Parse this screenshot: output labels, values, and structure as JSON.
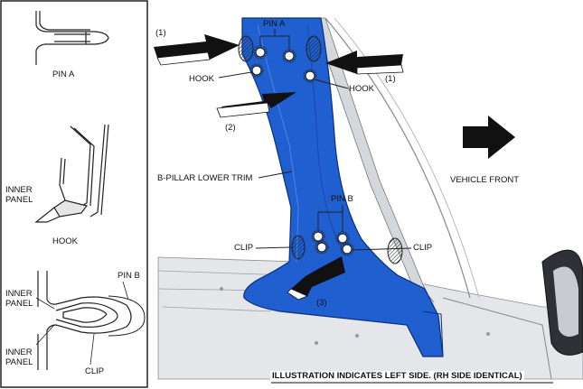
{
  "inset_labels": {
    "pin_a": "PIN A",
    "inner_panel_1_line1": "INNER",
    "inner_panel_1_line2": "PANEL",
    "hook": "HOOK",
    "pin_b": "PIN B",
    "inner_panel_2_line1": "INNER",
    "inner_panel_2_line2": "PANEL",
    "inner_panel_3_line1": "INNER",
    "inner_panel_3_line2": "PANEL",
    "clip": "CLIP"
  },
  "main_labels": {
    "pin_a": "PIN A",
    "hook_left": "HOOK",
    "hook_right": "HOOK",
    "step1_left": "(1)",
    "step1_right": "(1)",
    "step2": "(2)",
    "step3": "(3)",
    "trim": "B-PILLAR LOWER TRIM",
    "vehicle_front": "VEHICLE FRONT",
    "pin_b": "PIN B",
    "clip_left": "CLIP",
    "clip_right": "CLIP",
    "note": "ILLUSTRATION INDICATES LEFT SIDE. (RH SIDE IDENTICAL)"
  },
  "colors": {
    "trim_blue": "#1f5fd0",
    "trim_edge": "#0b2f7a",
    "car_gray": "#cfd2d6",
    "line": "#222222"
  }
}
